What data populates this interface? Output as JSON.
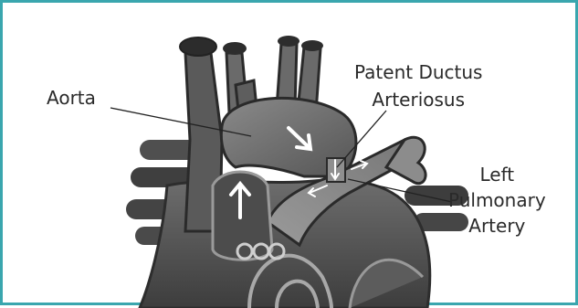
{
  "border_color": "#3aa6ae",
  "labels": {
    "aorta": "Aorta",
    "pda_line1": "Patent Ductus",
    "pda_line2": "Arteriosus",
    "left_line1": "Left",
    "left_line2": "Pulmonary",
    "left_line3": "Artery"
  }
}
